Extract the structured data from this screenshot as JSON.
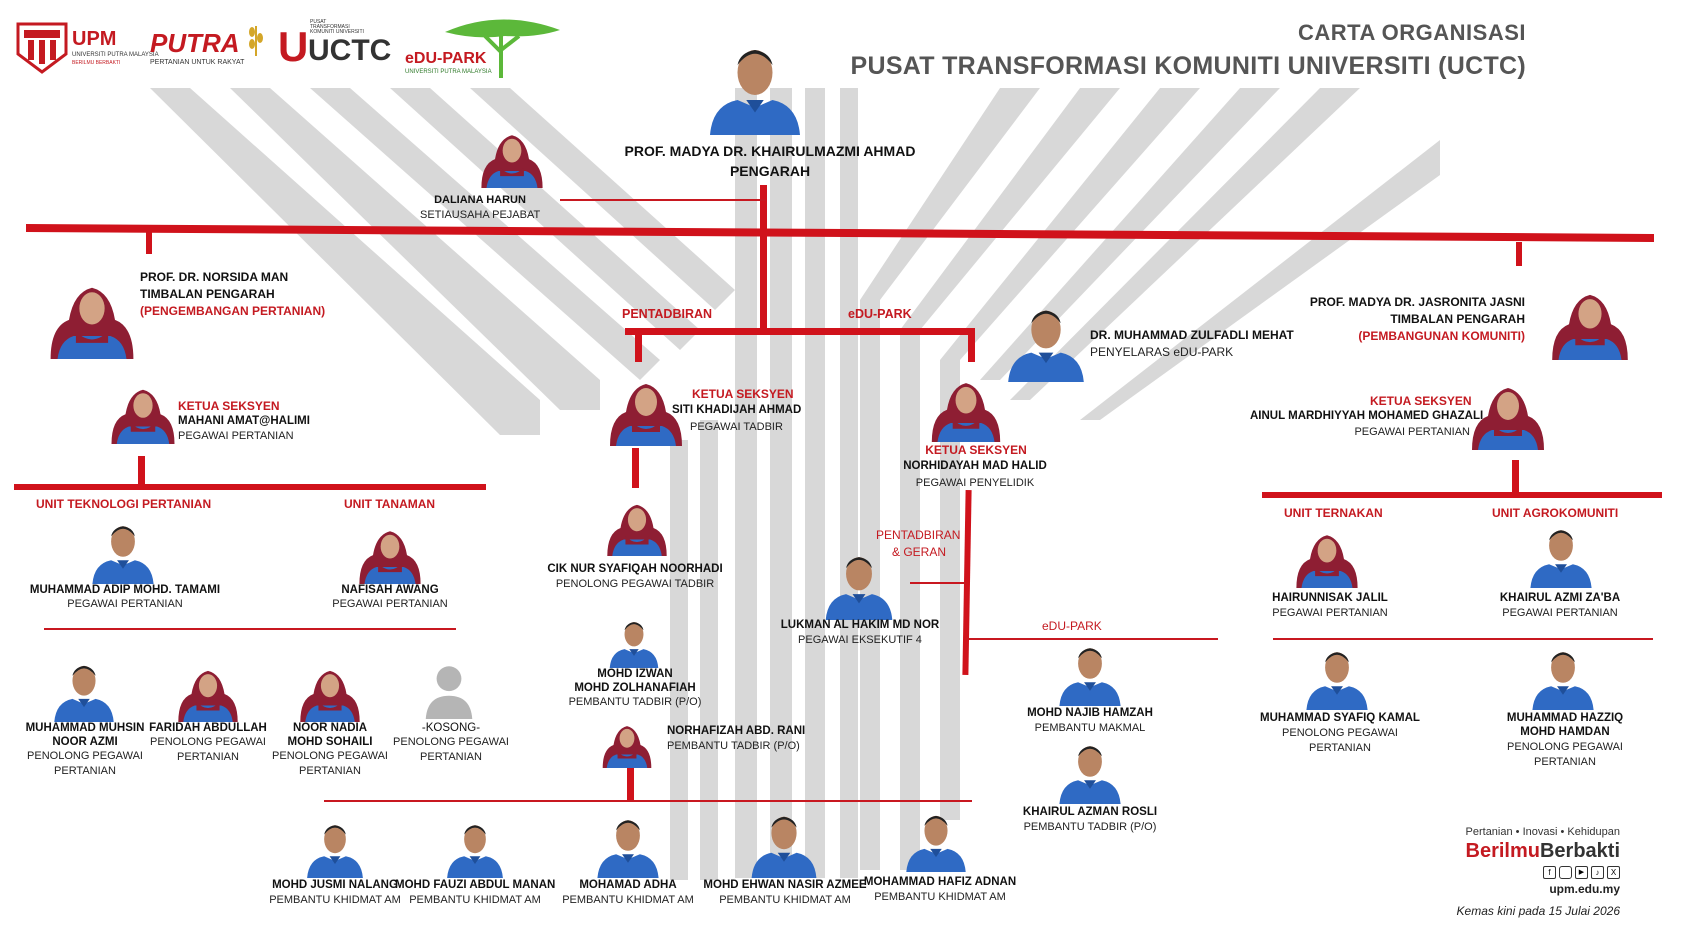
{
  "header": {
    "title_line1": "CARTA ORGANISASI",
    "title_line2": "PUSAT TRANSFORMASI KOMUNITI UNIVERSITI (UCTC)"
  },
  "logos": {
    "upm": "UPM",
    "upm_sub": "UNIVERSITI PUTRA MALAYSIA",
    "upm_motto": "BERILMU BERBAKTI",
    "putra": "PUTRA",
    "putra_sub": "PERTANIAN UNTUK RAKYAT",
    "uctc": "UCTC",
    "uctc_sub1": "PUSAT",
    "uctc_sub2": "TRANSFORMASI",
    "uctc_sub3": "KOMUNITI UNIVERSITI",
    "edupark": "eDU-PARK",
    "edupark_sub": "UNIVERSITI PUTRA MALAYSIA"
  },
  "director": {
    "name": "PROF. MADYA DR. KHAIRULMAZMI AHMAD",
    "role": "PENGARAH"
  },
  "secretary": {
    "name": "DALIANA HARUN",
    "role": "SETIAUSAHA PEJABAT"
  },
  "deputy_left": {
    "name": "PROF. DR. NORSIDA MAN",
    "role": "TIMBALAN PENGARAH",
    "division": "(PENGEMBANGAN PERTANIAN)"
  },
  "deputy_right": {
    "name": "PROF. MADYA DR. JASRONITA JASNI",
    "role": "TIMBALAN PENGARAH",
    "division": "(PEMBANGUNAN KOMUNITI)"
  },
  "coordinator": {
    "name": "DR. MUHAMMAD ZULFADLI MEHAT",
    "role": "PENYELARAS eDU-PARK"
  },
  "branch_labels": {
    "admin": "PENTADBIRAN",
    "edupark": "eDU-PARK",
    "admin_grant_1": "PENTADBIRAN",
    "admin_grant_2": "& GERAN",
    "edupark2": "eDU-PARK"
  },
  "section_heads": {
    "left": {
      "tag": "KETUA SEKSYEN",
      "name": "MAHANI AMAT@HALIMI",
      "role": "PEGAWAI PERTANIAN"
    },
    "admin": {
      "tag": "KETUA SEKSYEN",
      "name": "SITI KHADIJAH AHMAD",
      "role": "PEGAWAI TADBIR"
    },
    "edupark": {
      "tag": "KETUA SEKSYEN",
      "name": "NORHIDAYAH MAD HALID",
      "role": "PEGAWAI PENYELIDIK"
    },
    "right": {
      "tag": "KETUA SEKSYEN",
      "name": "AINUL MARDHIYYAH  MOHAMED GHAZALI",
      "role": "PEGAWAI PERTANIAN"
    }
  },
  "units": {
    "tech": "UNIT TEKNOLOGI PERTANIAN",
    "crops": "UNIT TANAMAN",
    "livestock": "UNIT TERNAKAN",
    "agro": "UNIT AGROKOMUNITI"
  },
  "staff": {
    "adip": {
      "name": "MUHAMMAD ADIP MOHD. TAMAMI",
      "role": "PEGAWAI PERTANIAN"
    },
    "nafisah": {
      "name": "NAFISAH AWANG",
      "role": "PEGAWAI PERTANIAN"
    },
    "muhsin": {
      "name1": "MUHAMMAD MUHSIN",
      "name2": "NOOR AZMI",
      "role1": "PENOLONG PEGAWAI",
      "role2": "PERTANIAN"
    },
    "faridah": {
      "name": "FARIDAH ABDULLAH",
      "role1": "PENOLONG PEGAWAI",
      "role2": "PERTANIAN"
    },
    "nadia": {
      "name1": "NOOR NADIA",
      "name2": "MOHD SOHAILI",
      "role1": "PENOLONG PEGAWAI",
      "role2": "PERTANIAN"
    },
    "kosong": {
      "name": "-KOSONG-",
      "role1": "PENOLONG PEGAWAI",
      "role2": "PERTANIAN"
    },
    "syafiqah": {
      "name": "CIK NUR SYAFIQAH NOORHADI",
      "role": "PENOLONG PEGAWAI TADBIR"
    },
    "izwan": {
      "name1": "MOHD IZWAN",
      "name2": "MOHD ZOLHANAFIAH",
      "role": "PEMBANTU TADBIR (P/O)"
    },
    "norhafizah": {
      "name": "NORHAFIZAH ABD. RANI",
      "role": "PEMBANTU TADBIR (P/O)"
    },
    "lukman": {
      "name": "LUKMAN AL HAKIM MD NOR",
      "role": "PEGAWAI EKSEKUTIF 4"
    },
    "najib": {
      "name": "MOHD NAJIB HAMZAH",
      "role": "PEMBANTU MAKMAL"
    },
    "khairul_azman": {
      "name": "KHAIRUL AZMAN ROSLI",
      "role": "PEMBANTU TADBIR (P/O)"
    },
    "hairunnisak": {
      "name": "HAIRUNNISAK JALIL",
      "role": "PEGAWAI PERTANIAN"
    },
    "khairul_azmi": {
      "name": "KHAIRUL AZMI ZA'BA",
      "role": "PEGAWAI PERTANIAN"
    },
    "syafiq": {
      "name": "MUHAMMAD SYAFIQ KAMAL",
      "role1": "PENOLONG PEGAWAI",
      "role2": "PERTANIAN"
    },
    "hazziq": {
      "name1": "MUHAMMAD HAZZIQ",
      "name2": "MOHD HAMDAN",
      "role1": "PENOLONG PEGAWAI",
      "role2": "PERTANIAN"
    },
    "jusmi": {
      "name": "MOHD JUSMI NALANG",
      "role": "PEMBANTU KHIDMAT AM"
    },
    "fauzi": {
      "name": "MOHD FAUZI ABDUL MANAN",
      "role": "PEMBANTU KHIDMAT AM"
    },
    "adha": {
      "name": "MOHAMAD ADHA",
      "role": "PEMBANTU KHIDMAT AM"
    },
    "ehwan": {
      "name": "MOHD EHWAN NASIR AZMEE",
      "role": "PEMBANTU KHIDMAT AM"
    },
    "hafiz": {
      "name": "MOHAMMAD HAFIZ ADNAN",
      "role": "PEMBANTU KHIDMAT AM"
    }
  },
  "footer": {
    "tagline": "Pertanian • Inovasi • Kehidupan",
    "brand1": "Berilmu",
    "brand2": "Berbakti",
    "website": "upm.edu.my",
    "updated": "Kemas kini pada 15 Julai 2026"
  },
  "colors": {
    "red": "#c41a21",
    "shirt_blue": "#2f6ac4",
    "hijab_maroon": "#8e1e33",
    "stripe_gray": "#d6d6d6"
  }
}
